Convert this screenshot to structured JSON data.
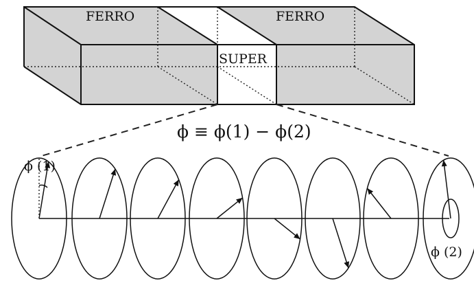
{
  "labels": {
    "ferro_left": "FERRO",
    "ferro_right": "FERRO",
    "super": "SUPER",
    "equation": "ϕ ≡ ϕ(1) − ϕ(2)",
    "phi_1": "ϕ (1)",
    "phi_2": "ϕ (2)"
  },
  "colors": {
    "ferro_fill": "#d3d3d3",
    "super_fill": "#ffffff",
    "line": "#111111"
  },
  "rings": {
    "count": 8,
    "arrow_angles_deg": [
      70,
      55,
      40,
      20,
      -20,
      -55,
      150,
      105
    ]
  }
}
